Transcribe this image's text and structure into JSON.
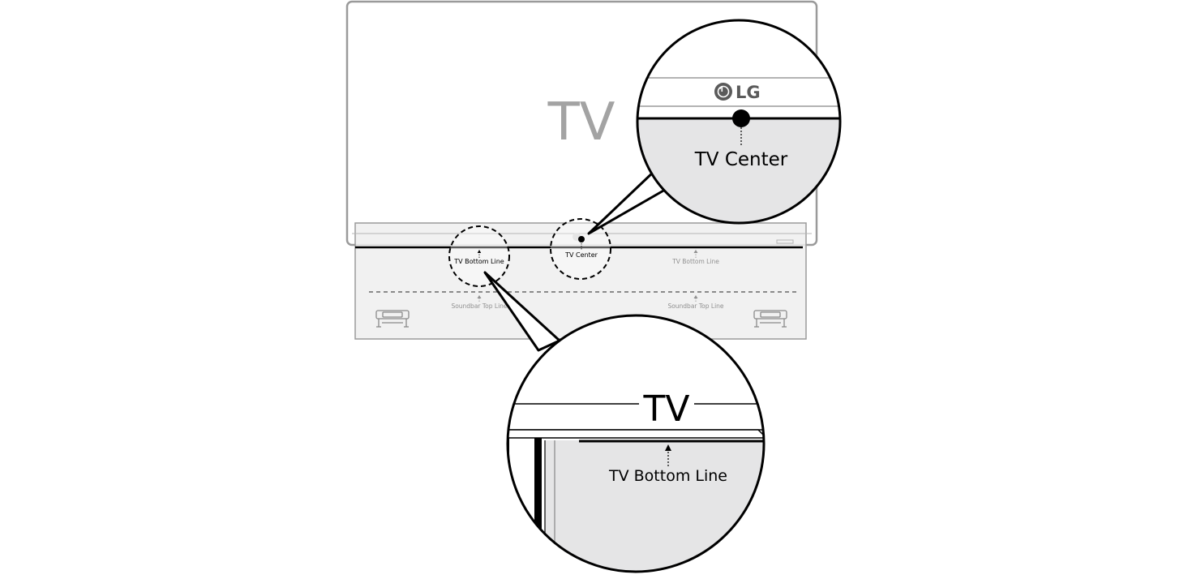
{
  "diagram": {
    "tv_label": "TV",
    "tv_center_label": "TV Center",
    "tv_bottom_line_label": "TV Bottom Line",
    "soundbar_top_line_label": "Soundbar Top Line",
    "brand_logo_text": "LG",
    "zoom_tv_label": "TV"
  },
  "colors": {
    "outline": "#9a9a9a",
    "template_fill": "#eeeeee",
    "zoom_fill": "#e5e5e6",
    "ink": "#000000",
    "tv_text": "#a3a3a3",
    "small_text": "#909090",
    "logo": "#5a5a5a"
  }
}
